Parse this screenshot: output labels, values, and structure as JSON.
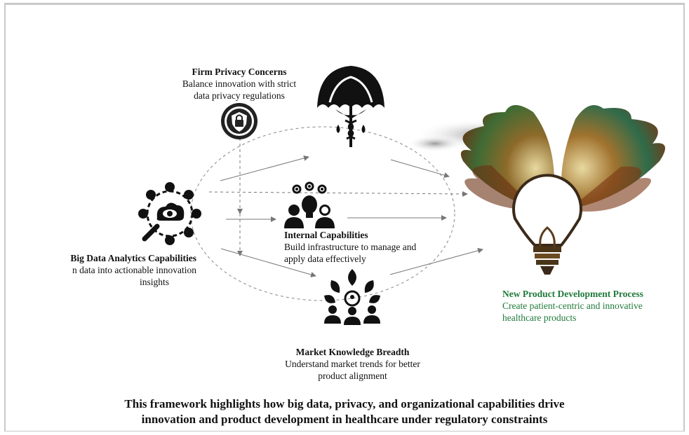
{
  "nodes": {
    "privacy": {
      "title": "Firm Privacy Concerns",
      "desc1": "Balance innovation with strict",
      "desc2": "data privacy regulations"
    },
    "big_data": {
      "title": "Big Data Analytics Capabilities",
      "desc1": "n data into actionable innovation",
      "desc2": "insights"
    },
    "internal": {
      "title": "Internal Capabilities",
      "desc1": "Build infrastructure to manage and",
      "desc2": "apply data effectively"
    },
    "market": {
      "title": "Market Knowledge Breadth",
      "desc1": "Understand market trends for better",
      "desc2": "product alignment"
    },
    "npd": {
      "title": "New Product Development Process",
      "desc1": "Create patient-centric and innovative",
      "desc2": "healthcare products",
      "color": "#1f7a3a"
    }
  },
  "caption": {
    "line1": "This framework highlights how big data, privacy, and organizational capabilities drive",
    "line2": "innovation and product development in healthcare under regulatory constraints"
  },
  "icons": [
    "shield-lock-icon",
    "medical-umbrella-icon",
    "data-eye-network-icon",
    "team-lightbulb-gears-icon",
    "people-leaves-network-icon",
    "winged-lightbulb-icon"
  ]
}
